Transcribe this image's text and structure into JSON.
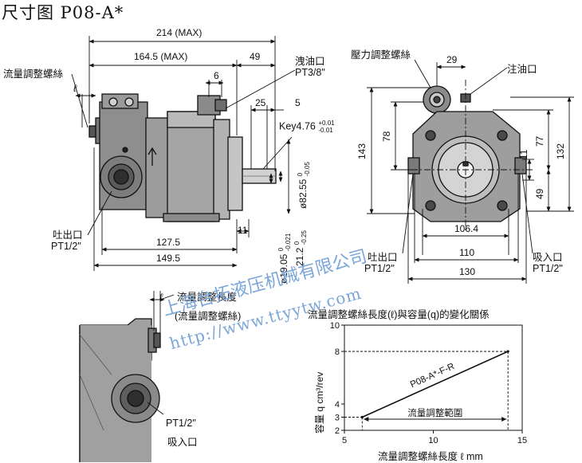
{
  "title": "尺寸图 P08-A*",
  "front_view": {
    "labels": {
      "flow_screw": "流量調整螺絲",
      "ell": "ℓ",
      "drain": "洩油口",
      "drain_size": "PT3/8\"",
      "key": "Key4.76",
      "key_tol_upper": "+0.01",
      "key_tol_lower": "-0.01",
      "outlet": "吐出口",
      "outlet_size": "PT1/2\""
    },
    "dimensions": {
      "d214": "214 (MAX)",
      "d164": "164.5 (MAX)",
      "d49": "49",
      "d6": "6",
      "d25": "25",
      "d5": "5",
      "d8255": "ø82.55",
      "d8255_tol": "-0.05",
      "d8255_tol0": "0",
      "d1905": "ø19.05",
      "d1905_tol": "-0.021",
      "d1905_tol0": "0",
      "d212": "21.2",
      "d212_tol": "-0.25",
      "d212_tol0": "0",
      "d11": "11",
      "d1275": "127.5",
      "d1495": "149.5"
    }
  },
  "side_view": {
    "labels": {
      "pressure_screw": "壓力調整螺絲",
      "fill": "注油口",
      "outlet": "吐出口",
      "outlet_size": "PT1/2\"",
      "inlet": "吸入口",
      "inlet_size": "PT1/2\""
    },
    "dimensions": {
      "d29": "29",
      "d78": "78",
      "d143": "143",
      "d11": "11",
      "d77": "77",
      "d132": "132",
      "d49": "49",
      "d1064": "106.4",
      "d110": "110",
      "d130": "130"
    }
  },
  "detail_view": {
    "labels": {
      "ell": "ℓ",
      "flow_length": "流量調整長度",
      "flow_screw_paren": "(流量調整螺絲)",
      "port_size": "PT1/2\"",
      "inlet": "吸入口"
    }
  },
  "watermark": {
    "line1": "上海台拓液压机械有限公司",
    "line2": "http://www.ttyytw.com"
  },
  "chart_data": {
    "type": "line",
    "title": "流量調整螺絲長度(ℓ)與容量(q)的變化關係",
    "xlabel": "流量調整螺絲長度 ℓ mm",
    "ylabel": "容量 q cm³/rev",
    "xlim": [
      5,
      15
    ],
    "ylim": [
      2,
      10
    ],
    "x_ticks": [
      "5",
      "10",
      "15"
    ],
    "y_ticks": [
      "2",
      "3",
      "4",
      "8",
      "10"
    ],
    "y_tick_values": [
      2,
      3,
      4,
      8,
      10
    ],
    "grid": false,
    "series": [
      {
        "name": "P08-A*-F-R",
        "x": [
          6,
          14.2
        ],
        "y": [
          3,
          8
        ]
      }
    ],
    "reference_lines": {
      "x_min": 6,
      "x_max": 14.2,
      "y_max": 8
    },
    "range_label": "流量調整範圍"
  }
}
